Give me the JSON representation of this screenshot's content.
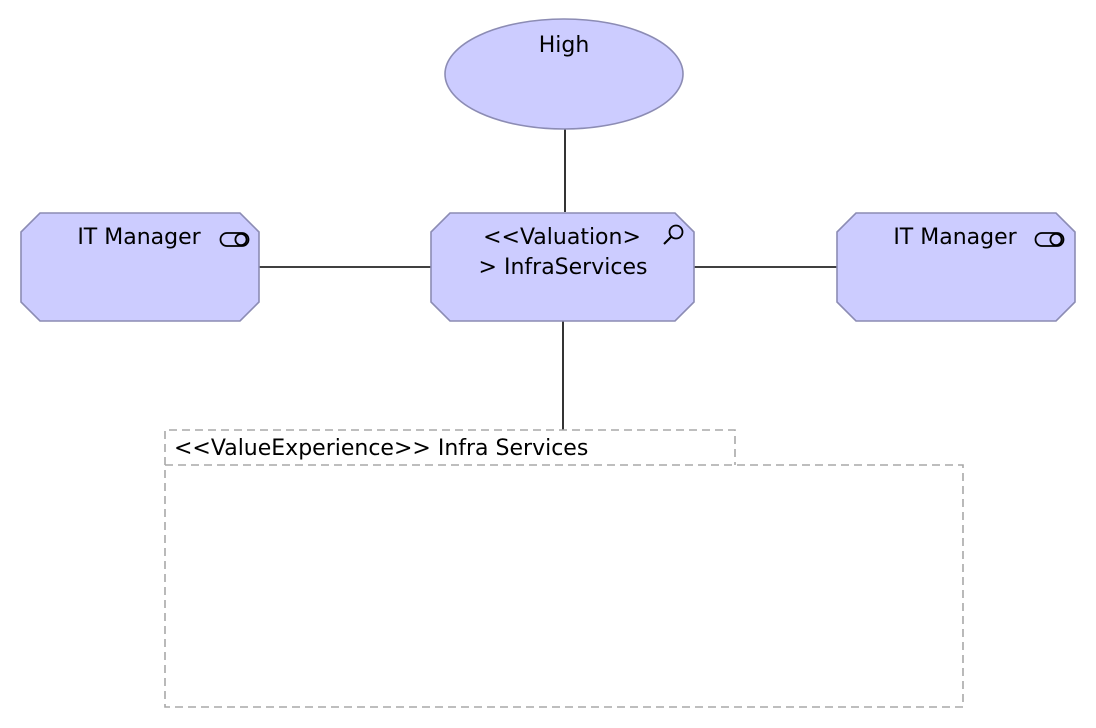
{
  "diagram": {
    "colors": {
      "node_fill": "#ccccff",
      "node_stroke": "#8c8cb4",
      "connector": "#000000",
      "group_stroke": "#a8a8a8",
      "background": "#ffffff"
    },
    "nodes": {
      "outcome": {
        "label": "High",
        "shape": "ellipse"
      },
      "left_role": {
        "label": "IT Manager",
        "icon": "role-icon"
      },
      "center_valuation": {
        "label_line1": "<<Valuation>",
        "label_line2": "> InfraServices",
        "icon": "magnifier-icon"
      },
      "right_role": {
        "label": "IT Manager",
        "icon": "role-icon"
      }
    },
    "group": {
      "label": "<<ValueExperience>> Infra Services"
    }
  }
}
